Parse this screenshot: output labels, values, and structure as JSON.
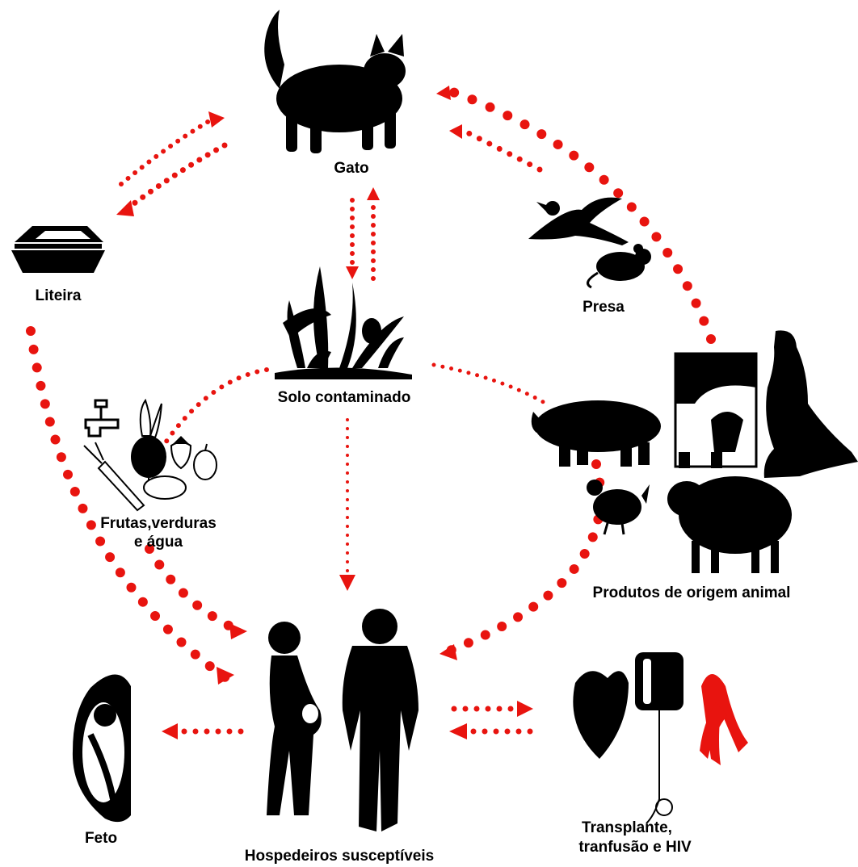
{
  "labels": {
    "cat": "Gato",
    "litter": "Liteira",
    "soil": "Solo contaminado",
    "prey": "Presa",
    "produce_line1": "Frutas,verduras",
    "produce_line2": "e água",
    "animal_products": "Produtos de origem animal",
    "hosts": "Hospedeiros susceptíveis",
    "fetus": "Feto",
    "transplant_line1": "Transplante,",
    "transplant_line2": "tranfusão e HIV"
  },
  "colors": {
    "arrow": "#e8140f",
    "silhouette": "#000000",
    "ribbon": "#e8140f",
    "background": "#ffffff"
  },
  "icons": [
    "cat-icon",
    "litter-box-icon",
    "plant-icon",
    "bird-icon",
    "mouse-icon",
    "pig-icon",
    "cow-icon",
    "kangaroo-icon",
    "chicken-icon",
    "sheep-icon",
    "faucet-icon",
    "beet-icon",
    "strawberry-icon",
    "apple-icon",
    "carrot-icon",
    "potato-icon",
    "humans-icon",
    "fetus-icon",
    "heart-icon",
    "blood-bag-icon",
    "ribbon-icon"
  ]
}
